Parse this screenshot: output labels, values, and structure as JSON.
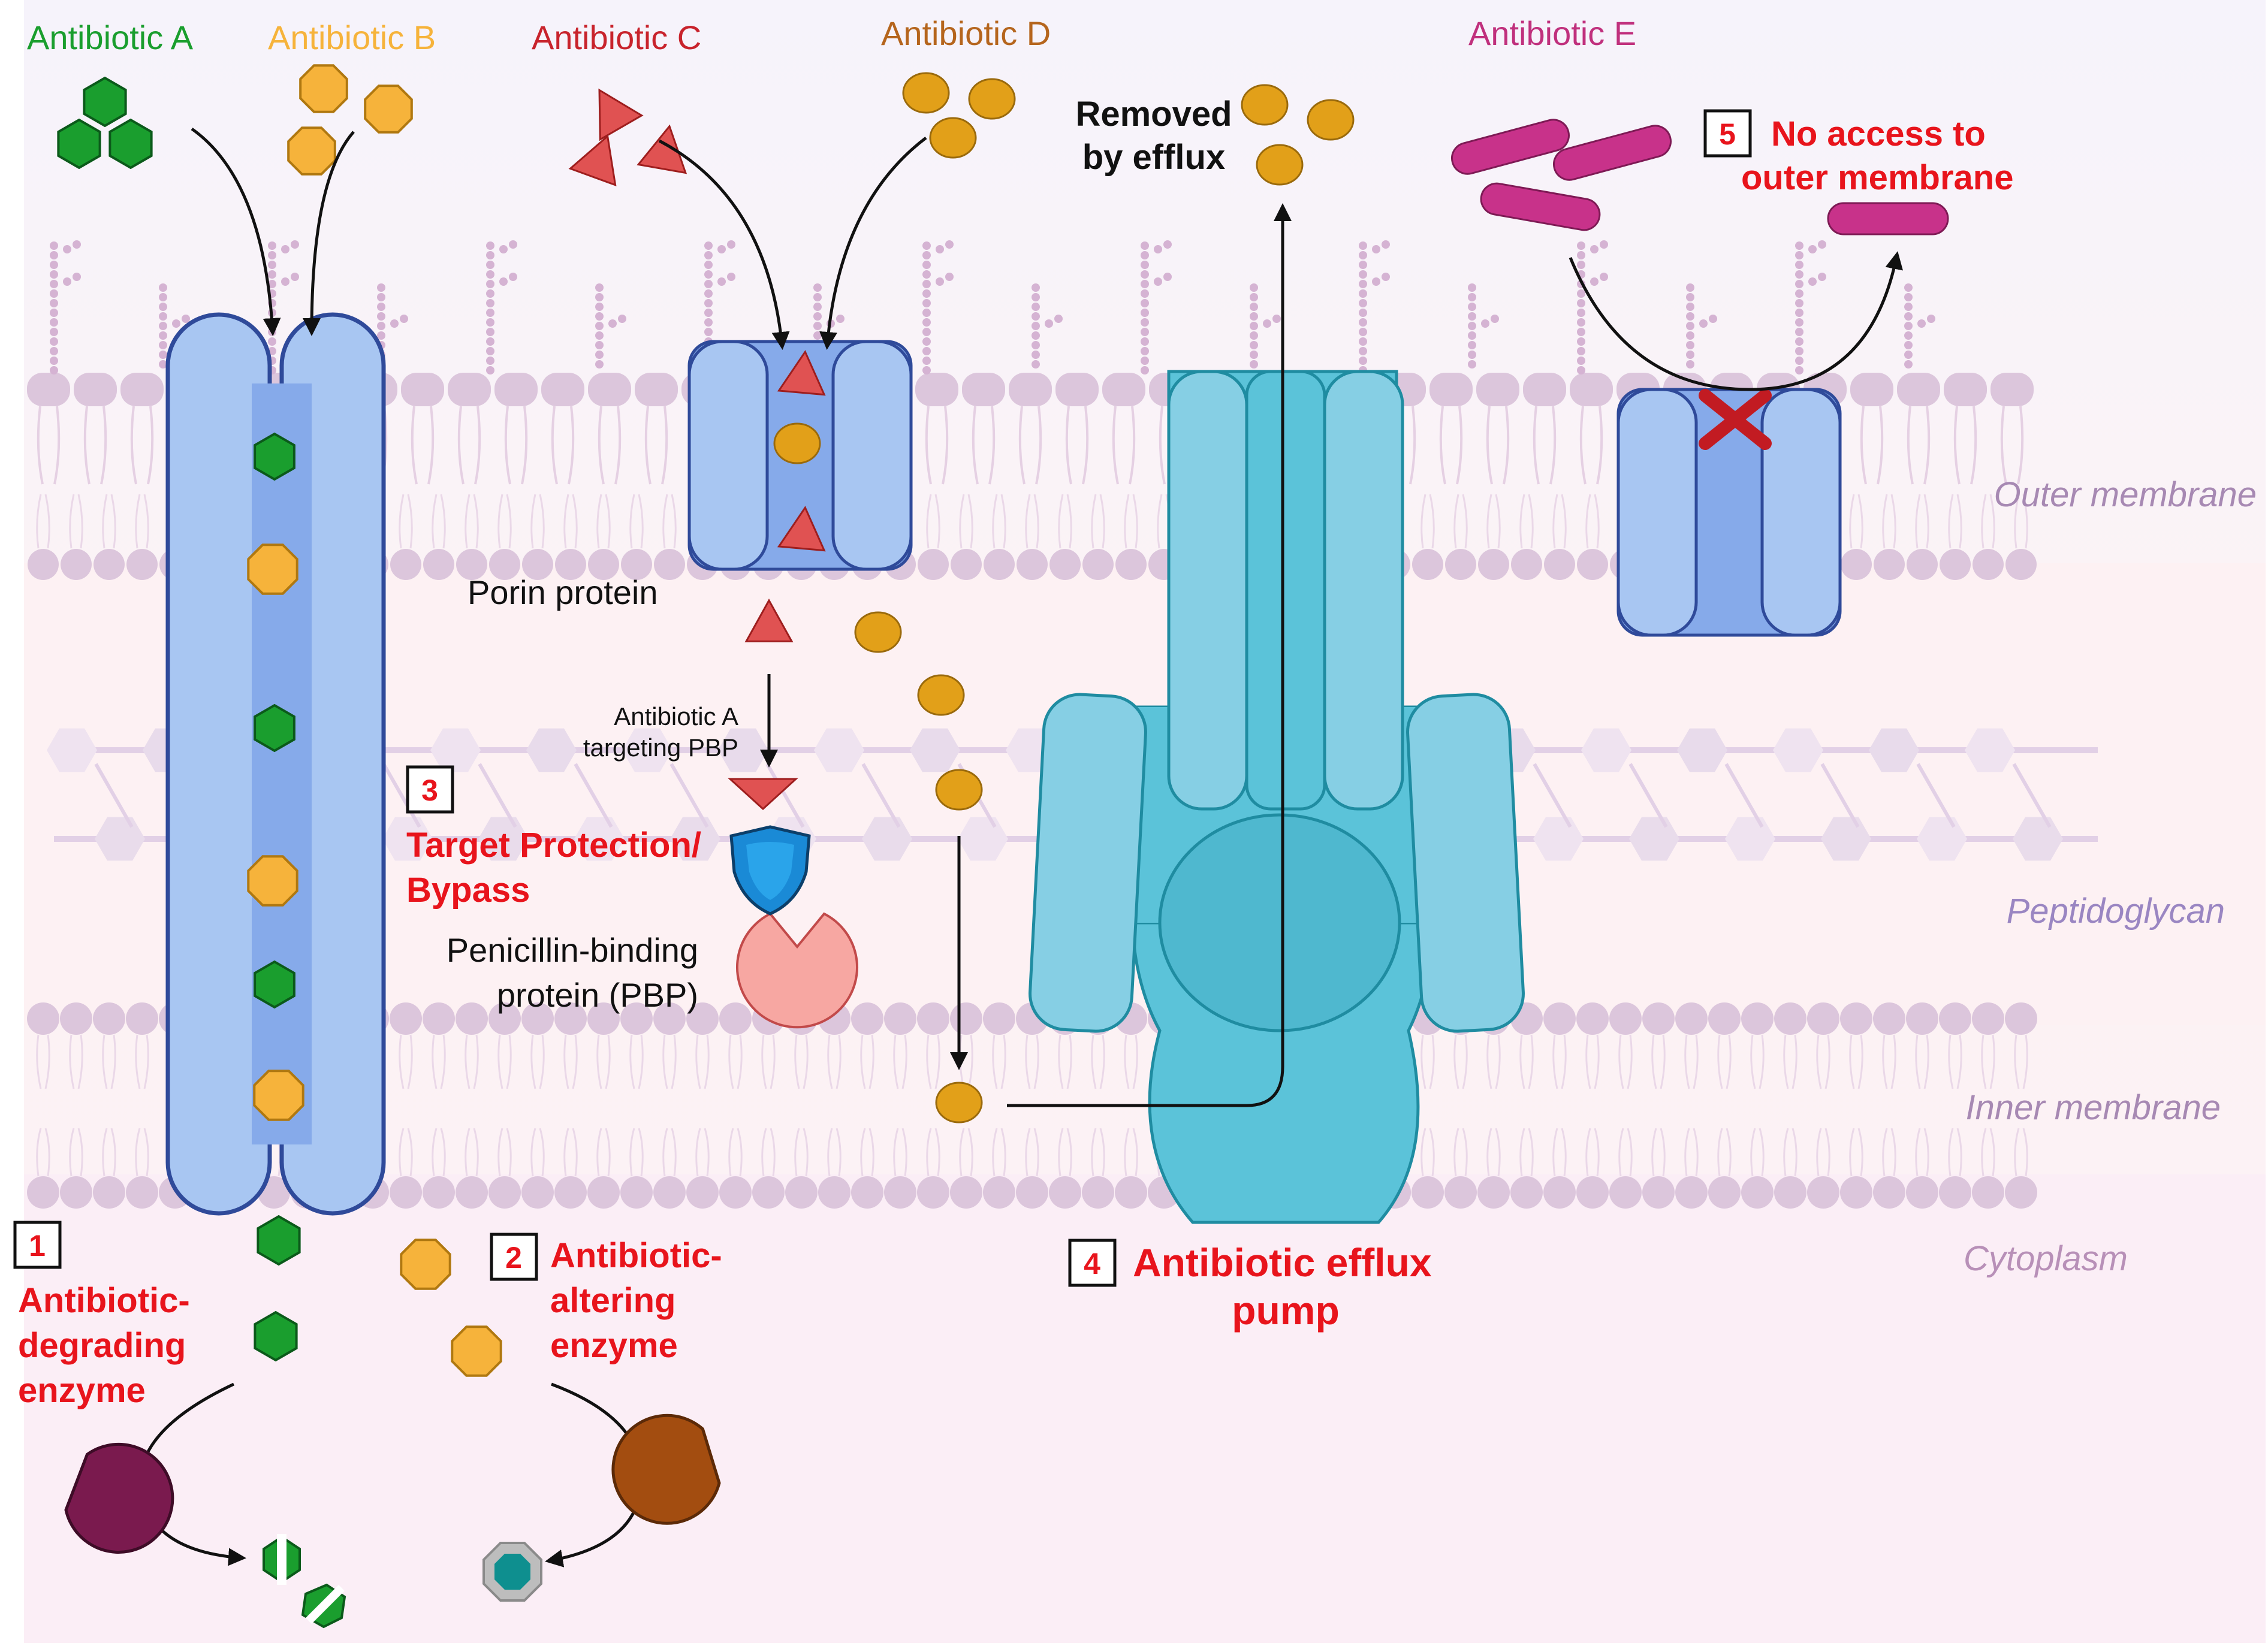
{
  "antibiotics": {
    "a": {
      "label": "Antibiotic A",
      "color": "#1a9e2e"
    },
    "b": {
      "label": "Antibiotic B",
      "color": "#f6b33b"
    },
    "c": {
      "label": "Antibiotic C",
      "color": "#c8232c"
    },
    "d": {
      "label": "Antibiotic D",
      "color": "#b5651d"
    },
    "e": {
      "label": "Antibiotic E",
      "color": "#c0307d"
    }
  },
  "regions": {
    "outer": "Outer membrane",
    "peptidoglycan": "Peptidoglycan",
    "inner": "Inner membrane",
    "cytoplasm": "Cytoplasm"
  },
  "labels": {
    "removed_1": "Removed",
    "removed_2": "by efflux",
    "porin": "Porin protein",
    "targeting_1": "Antibiotic A",
    "targeting_2": "targeting PBP",
    "pbp_1": "Penicillin-binding",
    "pbp_2": "protein (PBP)"
  },
  "mechanisms": {
    "m1": {
      "num": "1",
      "line1": "Antibiotic-",
      "line2": "degrading",
      "line3": "enzyme"
    },
    "m2": {
      "num": "2",
      "line1": "Antibiotic-",
      "line2": "altering",
      "line3": "enzyme"
    },
    "m3": {
      "num": "3",
      "line1": "Target Protection/",
      "line2": "Bypass"
    },
    "m4": {
      "num": "4",
      "line1": "Antibiotic efflux",
      "line2": "pump"
    },
    "m5": {
      "num": "5",
      "line1": "No access to",
      "line2": "outer membrane"
    }
  },
  "colors": {
    "mechanism_red": "#e8141c",
    "porin_blue": "#a8c6f2",
    "pump_teal": "#5bc3d9",
    "membrane_lipid": "#dcc6dc",
    "degrading_enzyme": "#7a1a4e",
    "altering_enzyme": "#a34d10",
    "pbp": "#f7a7a2",
    "shield": "#1a8ad6"
  }
}
